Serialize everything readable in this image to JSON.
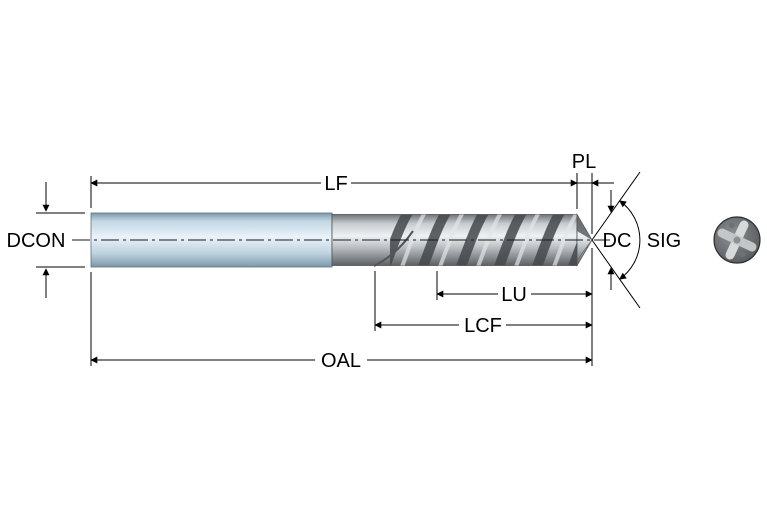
{
  "diagram": {
    "labels": {
      "lf": "LF",
      "pl": "PL",
      "dcon": "DCON",
      "dc": "DC",
      "sig": "SIG",
      "lu": "LU",
      "lcf": "LCF",
      "oal": "OAL"
    },
    "colors": {
      "background": "#ffffff",
      "line": "#000000",
      "shank_fill": "#cfe0ec",
      "body_fill": "#9aa0a4",
      "flute_dark": "#44484a",
      "tip_fill": "#8f9599",
      "end_view_dark": "#5a5d60",
      "end_view_light": "#d7d9da"
    }
  }
}
